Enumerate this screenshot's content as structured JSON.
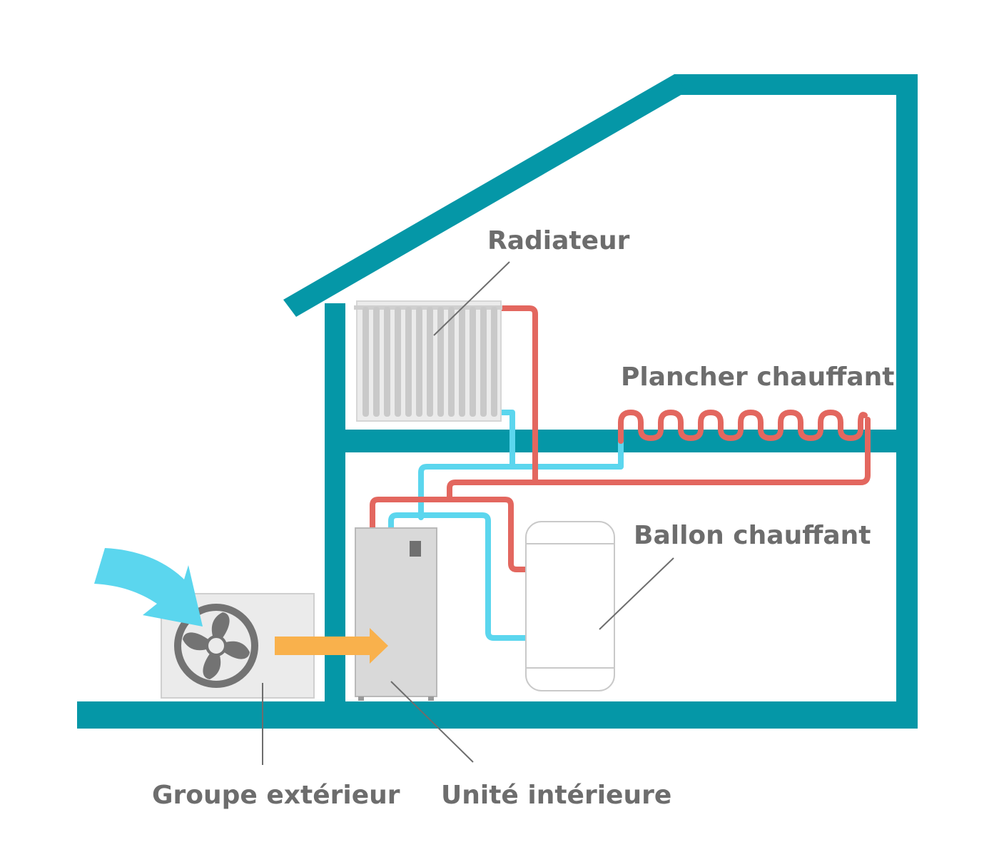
{
  "diagram": {
    "labels": {
      "radiator": "Radiateur",
      "underfloor": "Plancher chauffant",
      "tank": "Ballon chauffant",
      "outdoor_unit": "Groupe extérieur",
      "indoor_unit": "Unité intérieure"
    },
    "colors": {
      "wall": "#0597a7",
      "hot_pipe": "#e3675f",
      "cold_pipe": "#5bd6ee",
      "air_arrow": "#5bd6ee",
      "heat_arrow": "#f9b14c",
      "unit_body": "#d9d9d9",
      "label_text": "#6d6d6d"
    }
  }
}
